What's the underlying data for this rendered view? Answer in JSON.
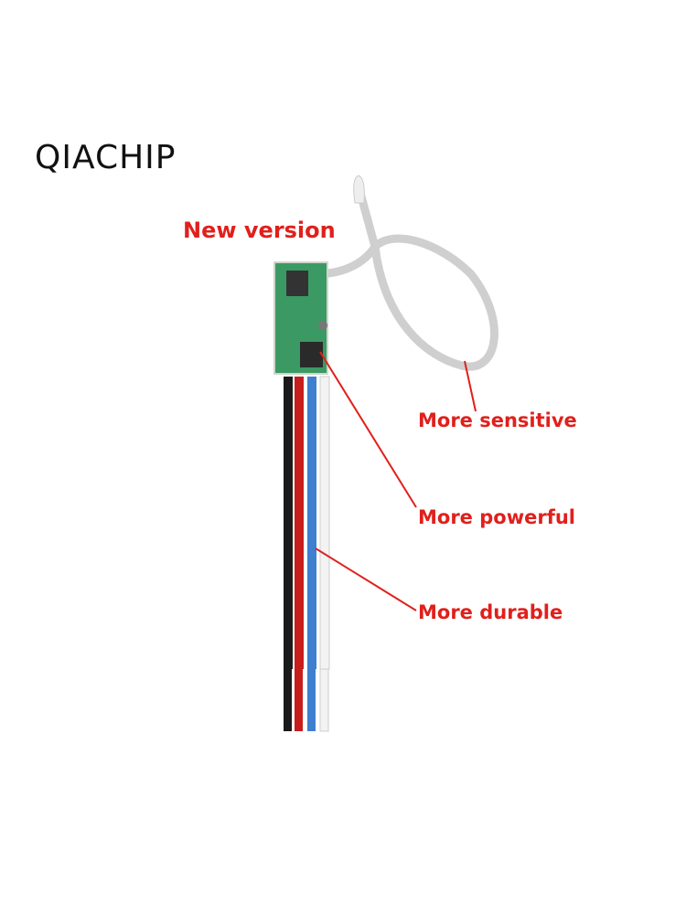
{
  "brand": "QIACHIP",
  "headline": "New version",
  "callouts": [
    "More sensitive",
    "More powerful",
    "More durable"
  ],
  "colors": {
    "callout": "#e0201c",
    "pcb": "#2f8f5a",
    "antenna": "#cfcfcf"
  }
}
